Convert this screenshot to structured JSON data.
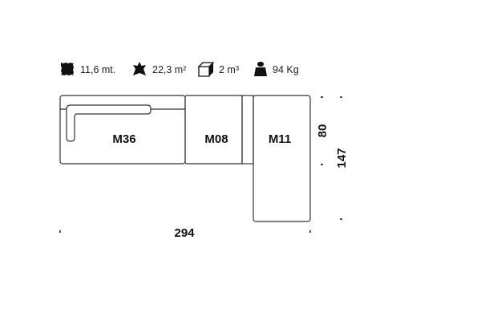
{
  "specs": [
    {
      "icon": "fabric-icon",
      "value": "11,6 mt."
    },
    {
      "icon": "leather-hide-icon",
      "value": "22,3 m²"
    },
    {
      "icon": "cube-volume-icon",
      "value": "2 m³"
    },
    {
      "icon": "weight-icon",
      "value": "94 Kg"
    }
  ],
  "modules": [
    "M36",
    "M08",
    "M11"
  ],
  "dimensions": {
    "width": "294",
    "depth": "80",
    "total_depth": "147"
  }
}
